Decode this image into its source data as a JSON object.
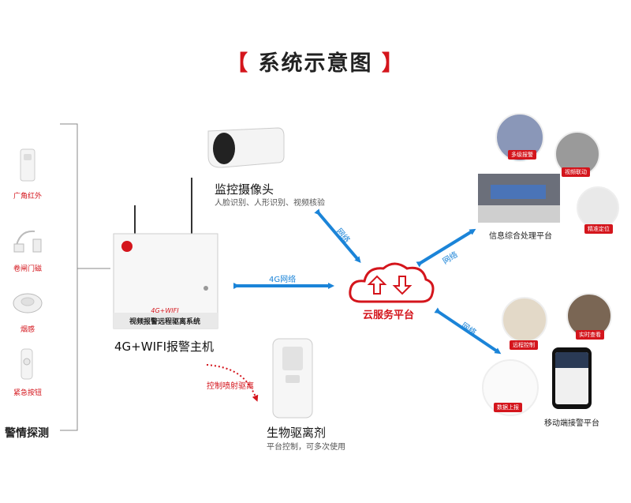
{
  "title": {
    "bracket_left": "【",
    "text": "系统示意图",
    "bracket_right": "】"
  },
  "detectors": {
    "group_label": "警情探测",
    "items": [
      {
        "label": "广角红外"
      },
      {
        "label": "卷闸门磁"
      },
      {
        "label": "烟感"
      },
      {
        "label": "紧急按钮"
      }
    ]
  },
  "host": {
    "panel_tag": "4G+WIFI",
    "panel_text": "视频报警远程驱离系统",
    "label": "4G+WIFI报警主机"
  },
  "camera": {
    "label": "监控摄像头",
    "sub": "人脸识别、人形识别、视频核验"
  },
  "cloud": {
    "label": "云服务平台"
  },
  "links": {
    "host_cloud": "4G网络",
    "camera_cloud": "网络",
    "cloud_center": "网络",
    "cloud_mobile": "网络",
    "host_repellent": "控制喷射驱离"
  },
  "repellent": {
    "label": "生物驱离剂",
    "sub": "平台控制，可多次使用"
  },
  "center": {
    "label": "信息综合处理平台",
    "bubbles": [
      {
        "tag": "多级报警"
      },
      {
        "tag": "视频联动"
      },
      {
        "tag": "精准定位"
      }
    ]
  },
  "mobile": {
    "label": "移动端接警平台",
    "bubbles": [
      {
        "tag": "远程控制"
      },
      {
        "tag": "实时查看"
      },
      {
        "tag": "数据上报"
      }
    ]
  },
  "colors": {
    "red": "#d4151c",
    "blue": "#1b84d8"
  }
}
